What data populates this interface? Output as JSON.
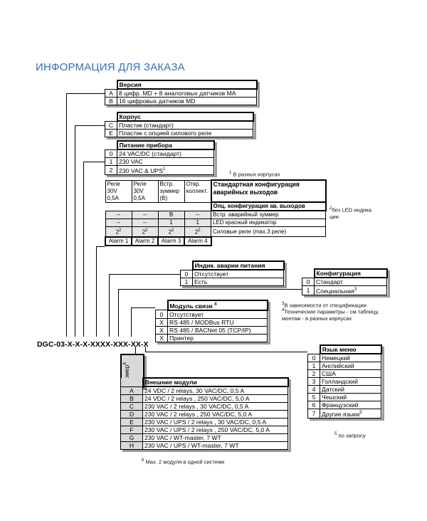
{
  "title": "ИНФОРМАЦИЯ ДЛЯ ЗАКАЗА",
  "code_string": "DGC-03-X-X-X-XXXX-XXX-XX-X",
  "version": {
    "header": "Версия",
    "rows": [
      {
        "code": "A",
        "text": "8 цифр. MD + 8 аналоговых датчиков MA"
      },
      {
        "code": "B",
        "text": "16 цифровых датчиков MD"
      }
    ]
  },
  "housing": {
    "header": "Корпус",
    "rows": [
      {
        "code": "C",
        "text": "Пластик (стандарт)"
      },
      {
        "code": "E",
        "text": "Пластик с опцией силового реле"
      }
    ]
  },
  "power": {
    "header": "Питание прибора",
    "rows": [
      {
        "code": "0",
        "text": "24 VAC/DC (стандарт)"
      },
      {
        "code": "1",
        "text": "230 VAC"
      },
      {
        "code": "2",
        "text": "230 VAC & UPS",
        "sup": "1"
      }
    ]
  },
  "note1": {
    "sup": "1",
    "text": "В разных корпусах"
  },
  "alarm_outputs": {
    "col_headers": [
      "Реле\n30V\n0,5A",
      "Реле\n30V\n0,5A",
      "Встр.\nзуммер\n(B)",
      "Откр.\nколлект."
    ],
    "title": "Стандартная конфигурация аварийных выходов",
    "option_header": "Опц. конфигурация ав. выходов",
    "rows": [
      {
        "cells": [
          "--",
          "--",
          "B",
          "--"
        ],
        "label": "Встр. аварийный зуммер"
      },
      {
        "cells": [
          "--",
          "--",
          "1",
          "1"
        ],
        "label": "LED красный индикатор"
      },
      {
        "cells": [
          "2",
          "2",
          "2",
          "2"
        ],
        "cell_sup": "2",
        "label": "Силовые реле (max.3 реле)"
      }
    ],
    "alarms": [
      "Alarm 1",
      "Alarm 2",
      "Alarm 3",
      "Alarm 4"
    ]
  },
  "note2": {
    "sup": "2",
    "text": "без LED индика\nции"
  },
  "power_fail": {
    "header": "Индик. аварии питания",
    "rows": [
      {
        "code": "0",
        "text": "Отсутствует"
      },
      {
        "code": "1",
        "text": "Есть"
      }
    ]
  },
  "configuration": {
    "header": "Конфигурация",
    "rows": [
      {
        "code": "0",
        "text": "Стандарт"
      },
      {
        "code": "1",
        "text": "Специальная",
        "sup": "3"
      }
    ]
  },
  "comm": {
    "header": "Модуль связи",
    "header_sup": "4",
    "rows": [
      {
        "code": "0",
        "text": "Отсутствует"
      },
      {
        "code": "X",
        "text": "RS 485 / MODBus RTU"
      },
      {
        "code": "X",
        "text": "RS 485 / BACNet 05 (TCP/IP)"
      },
      {
        "code": "X",
        "text": "Принтер"
      }
    ]
  },
  "note3": {
    "sup": "3",
    "text": "В зависимости от спецификации"
  },
  "note4": {
    "sup": "4",
    "text": "Технические параметры - см.таблицу,\nмонтаж - в разных корпусах"
  },
  "menu_lang": {
    "header": "Язык меню",
    "rows": [
      {
        "code": "0",
        "text": "Немецкий"
      },
      {
        "code": "1",
        "text": "Английский"
      },
      {
        "code": "2",
        "text": "США"
      },
      {
        "code": "3",
        "text": "Голландский"
      },
      {
        "code": "4",
        "text": "Датский"
      },
      {
        "code": "5",
        "text": "Чешский"
      },
      {
        "code": "6",
        "text": "Французский"
      },
      {
        "code": "7",
        "text": "Другие языки",
        "sup": "5"
      }
    ]
  },
  "note5": {
    "sup": "5",
    "text": "по запросу"
  },
  "ext_modules": {
    "side_label": "Номер",
    "side_sup": "6",
    "header": "Внешние модули",
    "rows": [
      {
        "code": "A",
        "text": "24 VDC / 2 relays, 30 VAC/DC, 0,5 A"
      },
      {
        "code": "B",
        "text": "24 VDC / 2 relays , 250 VAC/DC, 5,0 A"
      },
      {
        "code": "C",
        "text": "230 VAC / 2  relays , 30 VAC/DC, 0,5 A"
      },
      {
        "code": "D",
        "text": "230 VAC / 2  relays , 250 VAC/DC, 5,0 A"
      },
      {
        "code": "E",
        "text": "230 VAC / UPS / 2  relays , 30 VAC/DC, 0,5 A"
      },
      {
        "code": "F",
        "text": "230 VAC / UPS / 2  relays , 250 VAC/DC, 5,0 A"
      },
      {
        "code": "G",
        "text": "230 VAC / WT-master, 7 WT"
      },
      {
        "code": "H",
        "text": "230 VAC / UPS / WT-master, 7 WT"
      }
    ]
  },
  "note6": {
    "sup": "6",
    "text": "Max. 2 модуля в одной системе"
  }
}
